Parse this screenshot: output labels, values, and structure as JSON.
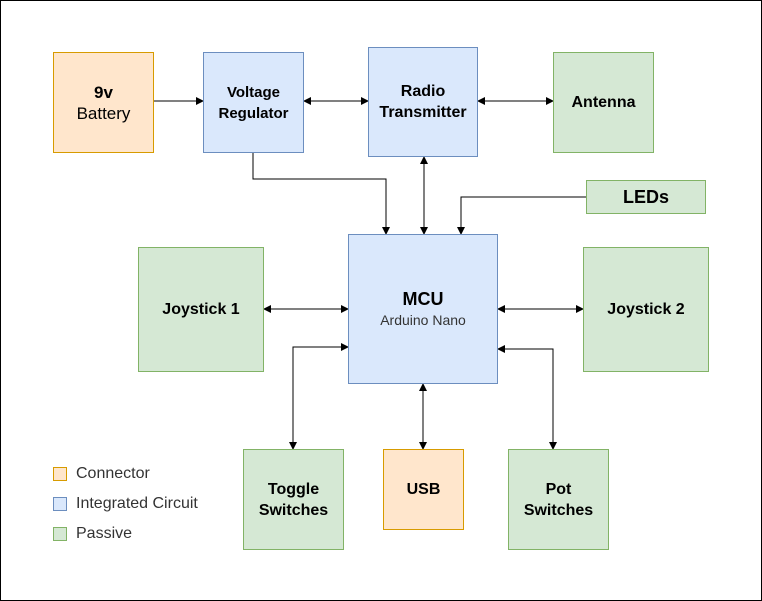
{
  "nodes": {
    "battery": {
      "line1": "9v",
      "line2": "Battery",
      "fill": "#ffe6cc",
      "stroke": "#d79b00"
    },
    "regulator": {
      "line1": "Voltage",
      "line2": "Regulator"
    },
    "radio": {
      "line1": "Radio",
      "line2": "Transmitter"
    },
    "antenna": {
      "label": "Antenna"
    },
    "leds": {
      "label": "LEDs"
    },
    "mcu": {
      "title": "MCU",
      "subtitle": "Arduino Nano"
    },
    "joystick1": {
      "label": "Joystick 1"
    },
    "joystick2": {
      "label": "Joystick 2"
    },
    "toggle": {
      "line1": "Toggle",
      "line2": "Switches"
    },
    "usb": {
      "label": "USB"
    },
    "pot": {
      "line1": "Pot",
      "line2": "Switches"
    }
  },
  "legend": [
    {
      "label": "Connector",
      "fill": "#ffe6cc",
      "stroke": "#d79b00"
    },
    {
      "label": "Integrated Circuit",
      "fill": "#dae8fc",
      "stroke": "#6c8ebf"
    },
    {
      "label": "Passive",
      "fill": "#d5e8d4",
      "stroke": "#82b366"
    }
  ]
}
